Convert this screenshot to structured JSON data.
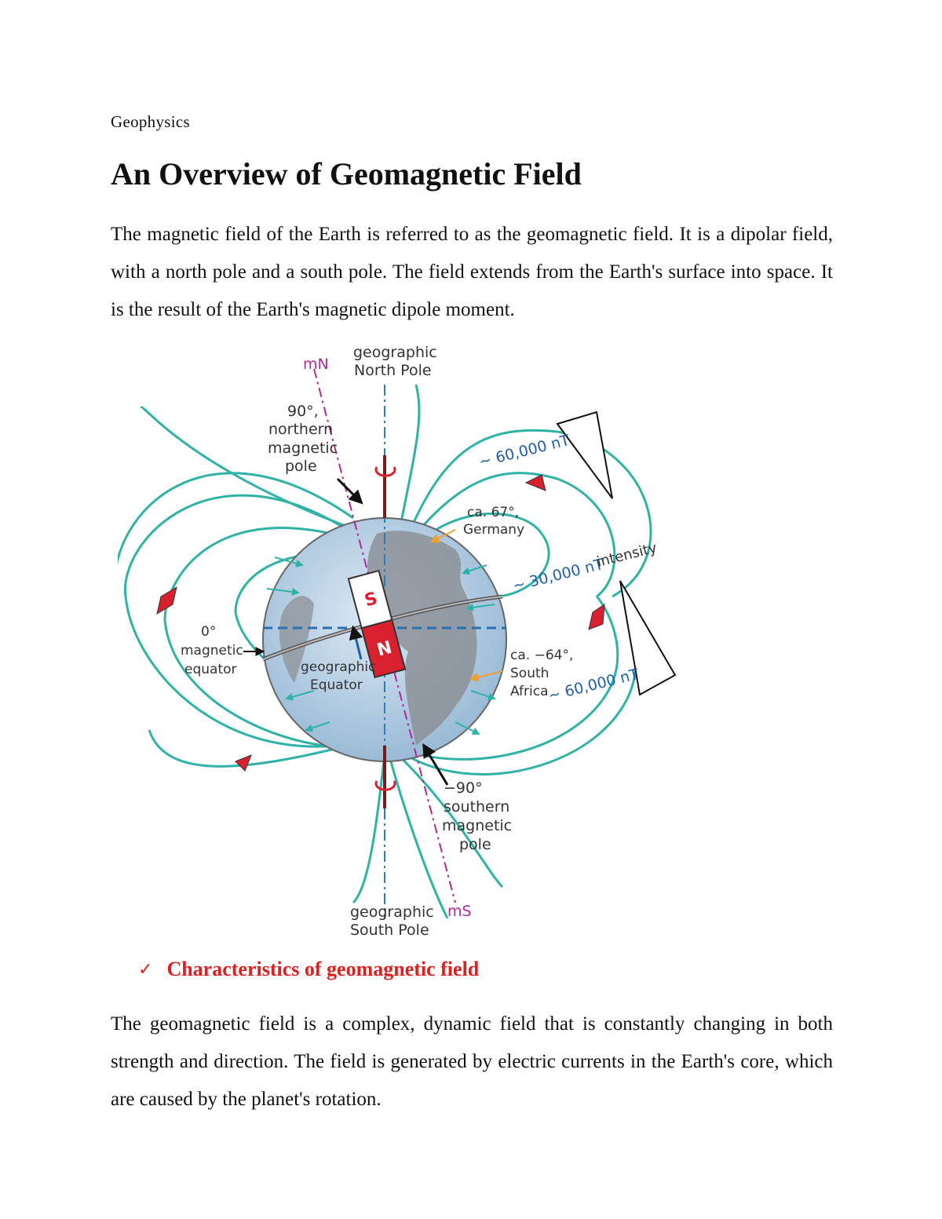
{
  "document": {
    "header_label": "Geophysics",
    "title": "An Overview of Geomagnetic Field",
    "intro_paragraph": "The magnetic field of the Earth is referred to as the geomagnetic field. It is a dipolar field, with a north pole and a south pole. The field extends from the Earth's surface into space. It is the result of the Earth's magnetic dipole moment.",
    "section_heading": "Characteristics of geomagnetic field",
    "section_icon": "checkmark-icon",
    "section_paragraph": "The geomagnetic field is a complex, dynamic field that is constantly changing in both strength and direction. The field is generated by electric currents in the Earth's core, which are caused by the planet's rotation."
  },
  "figure": {
    "labels": {
      "mN": "mN",
      "mS": "mS",
      "geo_north_1": "geographic",
      "geo_north_2": "North Pole",
      "geo_south_1": "geographic",
      "geo_south_2": "South Pole",
      "north_mag_1": "90°,",
      "north_mag_2": "northern",
      "north_mag_3": "magnetic",
      "north_mag_4": "pole",
      "south_mag_1": "−90°",
      "south_mag_2": "southern",
      "south_mag_3": "magnetic",
      "south_mag_4": "pole",
      "germany_1": "ca. 67°,",
      "germany_2": "Germany",
      "safrica_1": "ca. −64°,",
      "safrica_2": "South",
      "safrica_3": "Africa",
      "mag_eq_1": "0°",
      "mag_eq_2": "magnetic",
      "mag_eq_3": "equator",
      "geo_eq_1": "geographic",
      "geo_eq_2": "Equator",
      "nt_top": "~ 60,000 nT",
      "nt_mid": "~ 30,000 nT",
      "nt_bottom": "~ 60,000 nT",
      "intensity": "intensity",
      "magnet_s": "S",
      "magnet_n": "N"
    },
    "colors": {
      "field_lines": "#2fb3a6",
      "magnetic_axis": "#b0279a",
      "geographic_axis": "#2a7fb8",
      "magnet_north": "#d8202f",
      "globe": "#b9d3e8"
    }
  }
}
